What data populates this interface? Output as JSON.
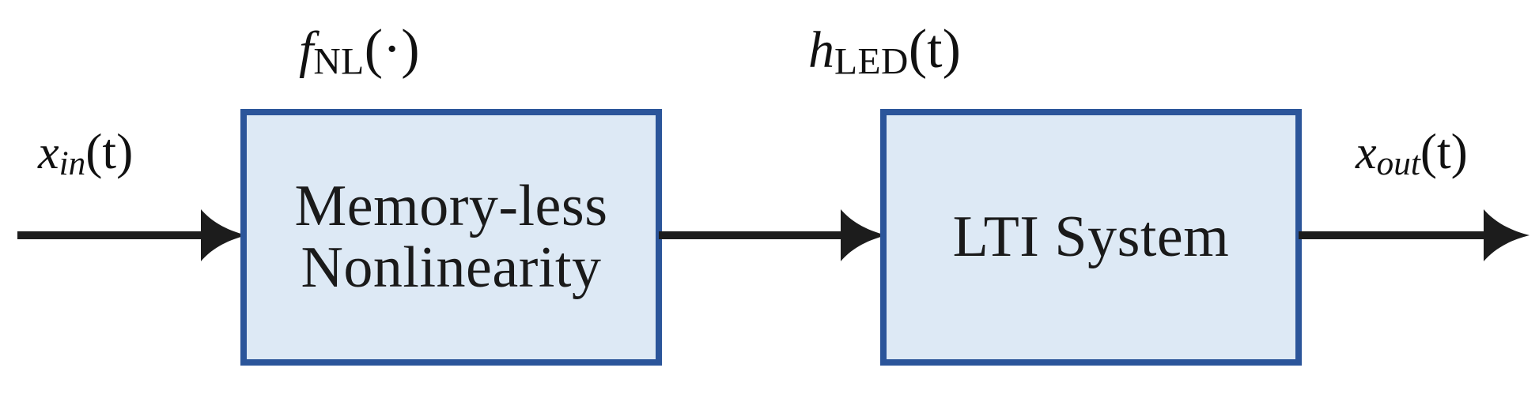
{
  "diagram": {
    "title": "Hammerstein model block diagram",
    "background_color": "#ffffff",
    "block_border_color": "#2b559a",
    "block_fill_color": "#dde9f5",
    "arrow_color": "#1c1c1c",
    "text_color": "#1a1a1a"
  },
  "signals": {
    "input": {
      "full": "x_in(t)",
      "base": "x",
      "subscript": "in",
      "argument": "(t)"
    },
    "output": {
      "full": "x_out(t)",
      "base": "x",
      "subscript": "out",
      "argument": "(t)"
    }
  },
  "blocks": [
    {
      "id": "memoryless-nonlinearity",
      "label_above": {
        "full": "f_NL(·)",
        "base": "f",
        "subscript": "NL",
        "argument": "(·)"
      },
      "line1": "Memory-less",
      "line2": "Nonlinearity"
    },
    {
      "id": "lti-system",
      "label_above": {
        "full": "h_LED(t)",
        "base": "h",
        "subscript": "LED",
        "argument": "(t)"
      },
      "line1": "LTI System",
      "line2": ""
    }
  ],
  "arrows": [
    {
      "id": "input-arrow",
      "direction": "right",
      "from": "signal-source",
      "to": "memoryless-nonlinearity"
    },
    {
      "id": "middle-arrow",
      "direction": "right",
      "from": "memoryless-nonlinearity",
      "to": "lti-system"
    },
    {
      "id": "output-arrow",
      "direction": "right",
      "from": "lti-system",
      "to": "signal-sink"
    }
  ]
}
